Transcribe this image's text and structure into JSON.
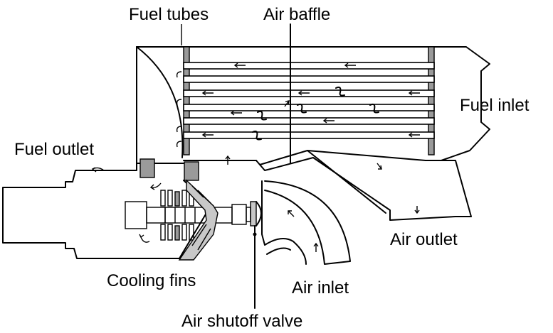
{
  "diagram": {
    "labels": {
      "fuel_tubes": "Fuel tubes",
      "air_baffle": "Air baffle",
      "fuel_inlet": "Fuel inlet",
      "fuel_outlet": "Fuel outlet",
      "air_outlet": "Air outlet",
      "cooling_fins": "Cooling fins",
      "air_inlet": "Air inlet",
      "air_shutoff_valve": "Air shutoff valve"
    },
    "colors": {
      "line": "#000000",
      "background": "#ffffff",
      "shade_dark": "#9a9a9a",
      "shade_light": "#c8c8c8"
    }
  }
}
